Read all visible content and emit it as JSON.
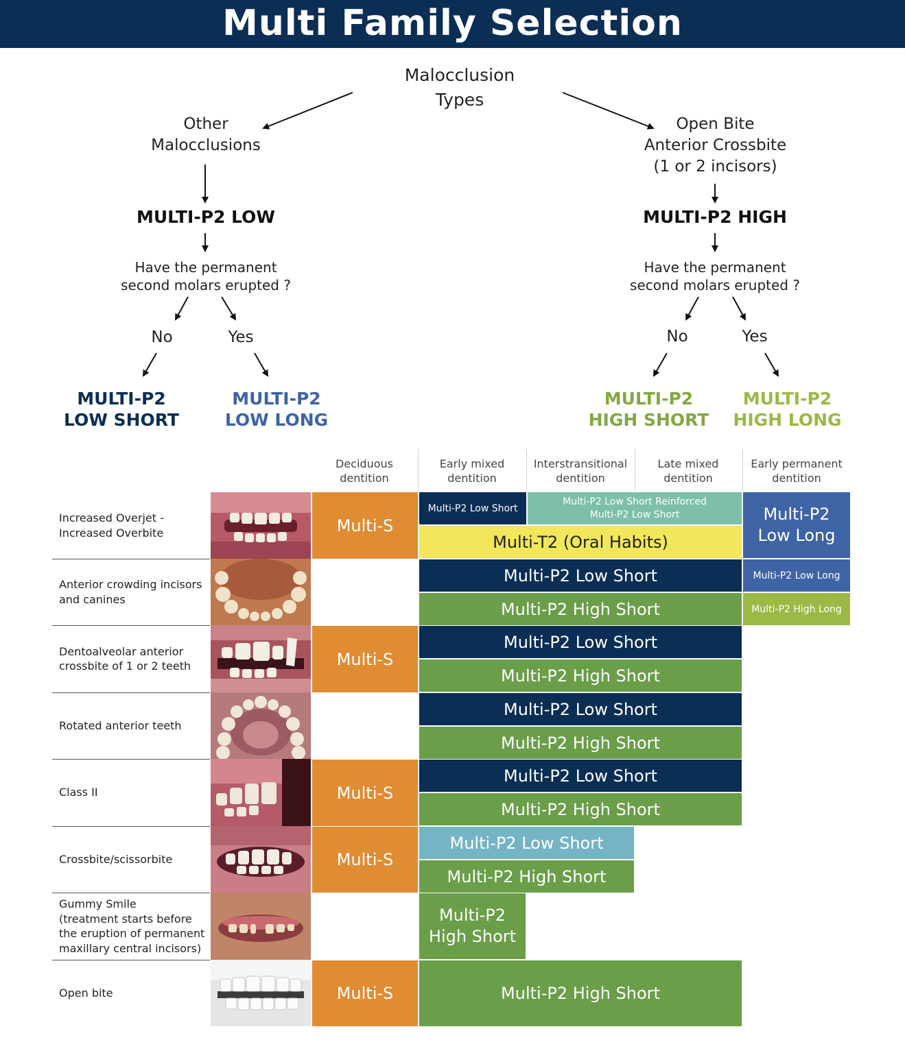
{
  "title": "Multi Family Selection",
  "colors": {
    "header": "#0b2e55",
    "navy": "#0b2e55",
    "orange": "#e08c32",
    "teal": "#7dbfa8",
    "yellow": "#f2e65a",
    "green": "#6a9e48",
    "blue": "#3f64a6",
    "lime": "#9aba45",
    "light_blue": "#74b4c4"
  },
  "flow": {
    "root": [
      "Malocclusion",
      "Types"
    ],
    "left": {
      "category": [
        "Other",
        "Malocclusions"
      ],
      "product": "MULTI-P2 LOW",
      "question": [
        "Have the permanent",
        "second molars erupted ?"
      ],
      "no": "No",
      "yes": "Yes",
      "leaf_no": [
        "MULTI-P2",
        "LOW SHORT"
      ],
      "leaf_yes": [
        "MULTI-P2",
        "LOW LONG"
      ]
    },
    "right": {
      "category": [
        "Open Bite",
        "Anterior Crossbite",
        "(1 or 2 incisors)"
      ],
      "product": "MULTI-P2 HIGH",
      "question": [
        "Have the permanent",
        "second molars erupted ?"
      ],
      "no": "No",
      "yes": "Yes",
      "leaf_no": [
        "MULTI-P2",
        "HIGH SHORT"
      ],
      "leaf_yes": [
        "MULTI-P2",
        "HIGH LONG"
      ]
    }
  },
  "table": {
    "columns": [
      [
        "Deciduous",
        "dentition"
      ],
      [
        "Early mixed",
        "dentition"
      ],
      [
        "Interstransitional",
        "dentition"
      ],
      [
        "Late mixed",
        "dentition"
      ],
      [
        "Early permanent",
        "dentition"
      ]
    ],
    "rows": [
      {
        "label": [
          "Increased Overjet -",
          "Increased Overbite"
        ],
        "photo": "open-mouth-overjet"
      },
      {
        "label": [
          "Anterior crowding incisors",
          "and canines"
        ],
        "photo": "lower-arch-crowding"
      },
      {
        "label": [
          "Dentoalveolar anterior",
          "crossbite of 1 or 2 teeth"
        ],
        "photo": "anterior-crossbite"
      },
      {
        "label": [
          "Rotated anterior teeth"
        ],
        "photo": "upper-arch-rotation"
      },
      {
        "label": [
          "Class II"
        ],
        "photo": "class-ii-profile"
      },
      {
        "label": [
          "Crossbite/scissorbite"
        ],
        "photo": "crossbite-smile"
      },
      {
        "label": [
          "Gummy Smile",
          "(treatment starts before",
          "the eruption of permanent",
          "maxillary central incisors)"
        ],
        "photo": "gummy-smile"
      },
      {
        "label": [
          "Open bite"
        ],
        "photo": "open-bite-model"
      }
    ],
    "cells": {
      "r1_dec": "Multi-S",
      "r1_early_a": "Multi-P2 Low Short",
      "r1_early_b": [
        "Multi-P2 Low Short Reinforced",
        "Multi-P2 Low Short"
      ],
      "r1_perm": [
        "Multi-P2",
        "Low Long"
      ],
      "r1_habits": "Multi-T2 (Oral Habits)",
      "r2_low": "Multi-P2 Low Short",
      "r2_perm_low": "Multi-P2 Low Long",
      "r2_high": "Multi-P2 High Short",
      "r2_perm_high": "Multi-P2 High Long",
      "r3_dec": "Multi-S",
      "r3_low": "Multi-P2 Low Short",
      "r3_high": "Multi-P2 High Short",
      "r4_low": "Multi-P2 Low Short",
      "r4_high": "Multi-P2 High Short",
      "r5_dec": "Multi-S",
      "r5_low": "Multi-P2 Low Short",
      "r5_high": "Multi-P2 High Short",
      "r6_dec": "Multi-S",
      "r6_low": "Multi-P2 Low Short",
      "r6_high": "Multi-P2 High Short",
      "r7_high": [
        "Multi-P2",
        "High Short"
      ],
      "r8_dec": "Multi-S",
      "r8_high": "Multi-P2 High Short"
    }
  }
}
